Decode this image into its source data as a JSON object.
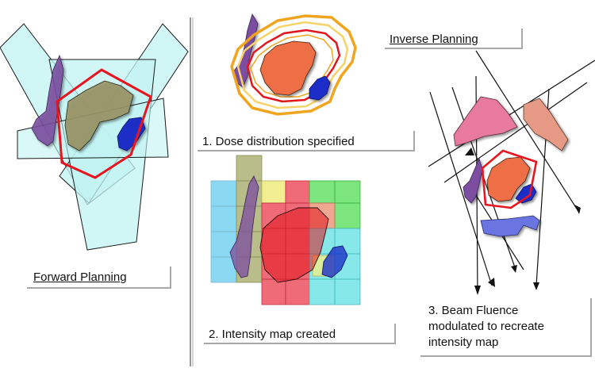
{
  "labels": {
    "forward_planning": "Forward Planning",
    "inverse_planning": "Inverse Planning",
    "step1": "1. Dose distribution specified",
    "step2": "2. Intensity map created",
    "step3_line1": "3. Beam Fluence",
    "step3_line2": "modulated to recreate",
    "step3_line3": "intensity map"
  },
  "colors": {
    "beam_fill": "#c2f3f3",
    "beam_stroke": "#1a1a1a",
    "tumor_olive": "#9a9466",
    "tumor_orange": "#ee6e44",
    "target_outline": "#e8141e",
    "organ_purple": "#7b4da0",
    "organ_blue": "#1c2fc7",
    "isodose_orange": "#f1a51f",
    "isodose_yellow": "#f6d36a",
    "isodose_red": "#e0161e",
    "cell_blue": "#58c8ec",
    "cell_red": "#ea3a4a",
    "cell_green": "#52dc52",
    "cell_olive": "#a6ad6c",
    "cell_cyan": "#5ee0e0",
    "cell_yellow": "#f0ec86",
    "organ_pink": "#e87aa0",
    "organ_salmon": "#e69a86",
    "organ_periwinkle": "#6b74e2",
    "divider": "#555555",
    "bracket": "#a8a8a8"
  }
}
